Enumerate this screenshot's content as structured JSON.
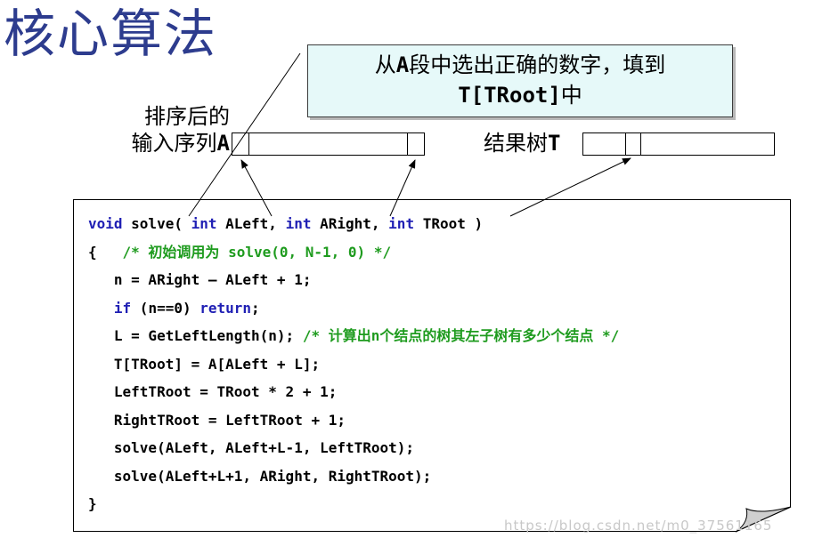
{
  "title": "核心算法",
  "callout": {
    "line1_pre": "从",
    "line1_mono": "A",
    "line1_post": "段中选出正确的数字，填到",
    "line2_mono": "T[TRoot]",
    "line2_post": "中"
  },
  "label_a": {
    "line1": "排序后的",
    "line2_pre": "输入序列",
    "line2_mono": "A"
  },
  "label_t": {
    "pre": "结果树",
    "mono": "T"
  },
  "code": {
    "l1": {
      "kw1": "void",
      "t1": " solve( ",
      "kw2": "int",
      "t2": " ALeft, ",
      "kw3": "int",
      "t3": " ARight, ",
      "kw4": "int",
      "t4": " TRoot )"
    },
    "l2": {
      "t1": "{   ",
      "cm": "/* 初始调用为 solve(0, N-1, 0) */"
    },
    "l3": "   n = ARight – ALeft + 1;",
    "l4": {
      "t1": "   ",
      "kw1": "if",
      "t2": " (n==0) ",
      "kw2": "return",
      "t3": ";"
    },
    "l5": {
      "t1": "   L = GetLeftLength(n); ",
      "cm": "/* 计算出n个结点的树其左子树有多少个结点 */"
    },
    "l6": "   T[TRoot] = A[ALeft + L];",
    "l7": "   LeftTRoot = TRoot * 2 + 1;",
    "l8": "   RightTRoot = LeftTRoot + 1;",
    "l9": "   solve(ALeft, ALeft+L-1, LeftTRoot);",
    "l10": "   solve(ALeft+L+1, ARight, RightTRoot);",
    "l11": "}"
  },
  "watermark": "https://blog.csdn.net/m0_37561165"
}
